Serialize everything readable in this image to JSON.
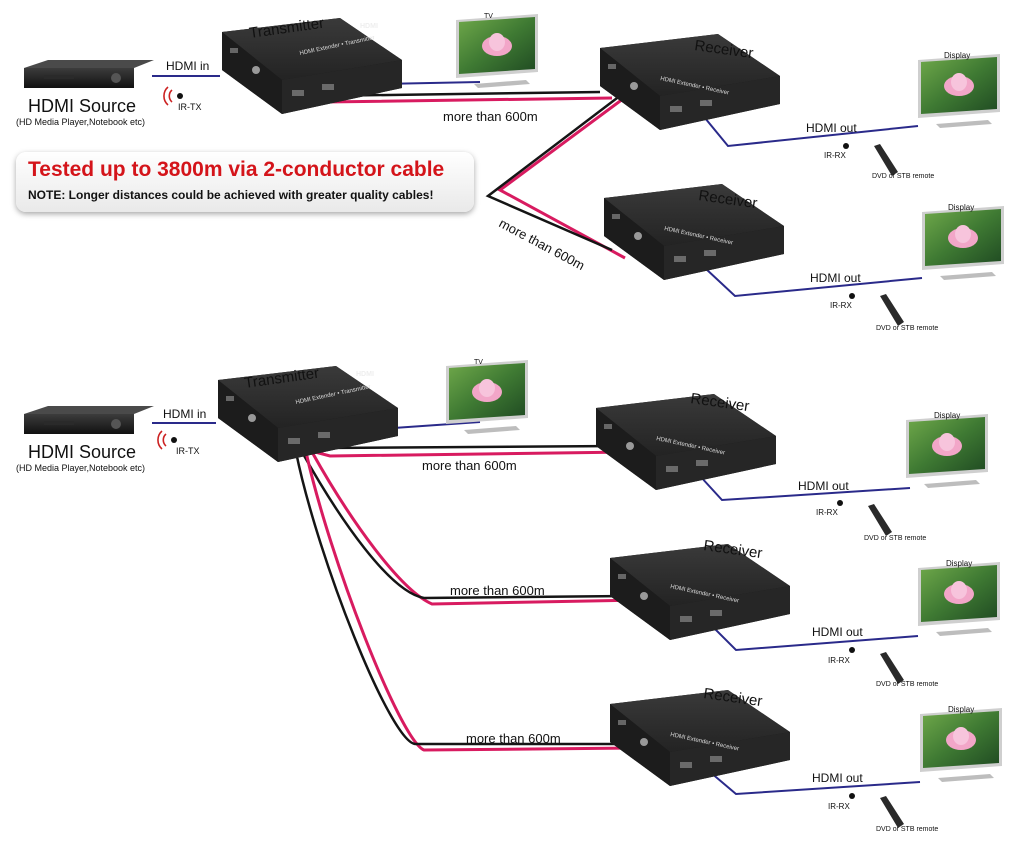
{
  "labels": {
    "transmitter": "Transmitter",
    "receiver": "Receiver",
    "tv": "TV",
    "display": "Display",
    "hdmi_in": "HDMI in",
    "hdmi_out": "HDMI out",
    "hdmi_source": "HDMI Source",
    "hdmi_source_sub": "(HD Media Player,Notebook etc)",
    "ir_tx": "IR-TX",
    "ir_rx": "IR-RX",
    "remote": "DVD or STB remote",
    "distance": "more than 600m",
    "hdmi_logo": "HDMI",
    "tx_device_text": "HDMI Extender • Transmitter",
    "rx_device_text": "HDMI Extender • Receiver"
  },
  "banner": {
    "title": "Tested up to 3800m via 2-conductor cable",
    "note": "NOTE: Longer distances could be achieved with greater quality cables!"
  },
  "colors": {
    "cable_red": "#d81b60",
    "cable_black": "#151515",
    "hdmi_line": "#2a2a8a",
    "device_body": "#2b2b2b",
    "banner_title": "#d4141a"
  }
}
